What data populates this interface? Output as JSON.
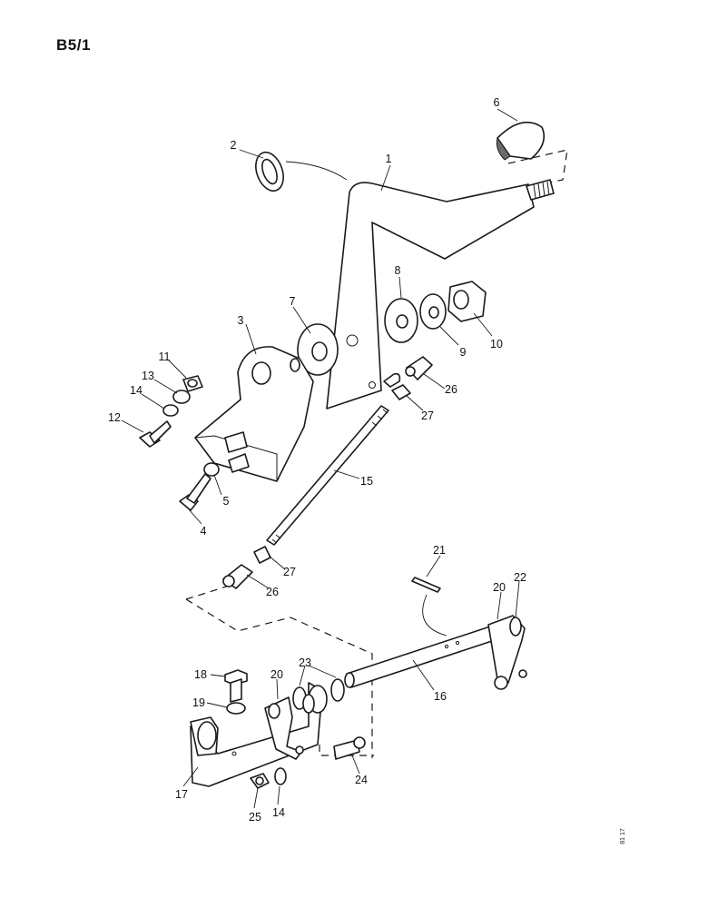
{
  "page_title": "B5/1",
  "figure_ref": "81 17",
  "callouts": {
    "c1": "1",
    "c2": "2",
    "c3": "3",
    "c4": "4",
    "c5": "5",
    "c6": "6",
    "c7": "7",
    "c8": "8",
    "c9": "9",
    "c10": "10",
    "c11": "11",
    "c12": "12",
    "c13": "13",
    "c14a": "14",
    "c14b": "14",
    "c15": "15",
    "c16": "16",
    "c17": "17",
    "c18": "18",
    "c19": "19",
    "c20a": "20",
    "c20b": "20",
    "c21": "21",
    "c22": "22",
    "c23": "23",
    "c24": "24",
    "c25": "25",
    "c26a": "26",
    "c26b": "26",
    "c27a": "27",
    "c27b": "27"
  }
}
